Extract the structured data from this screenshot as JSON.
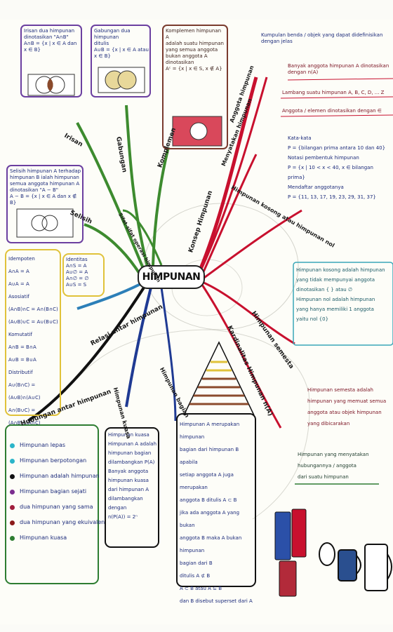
{
  "center_title": "HIMPUNAN",
  "branches": {
    "irisan": "Irisan",
    "gabungan": "Gabungan",
    "selisih": "Selisih",
    "komplemen": "Komplemen",
    "sifat_operasi": "Sifat-sifat operasi himpunan",
    "konsep": "Konsep Himpunan",
    "relasi": "Relasi antar himpunan",
    "hubungan": "Hubungan antar himpunan",
    "himpunan_kosong": "Himpunan kosong atau himpunan nol",
    "himpunan_semesta": "Himpunan semesta",
    "kardinalitas": "Kardinalitas Himpunan n(A)",
    "menyatakan": "Menyatakan himpunan",
    "anggota": "Anggota himpunan",
    "himpunan_bagian": "Himpunan bagian",
    "himpunan_kuasa": "Himpunan kuasa"
  },
  "boxes": {
    "irisan_def": "Irisan dua himpunan\ndinotasikan \"A∩B\"\nA∩B = {x | x ∈ A dan x ∈ B}",
    "gabungan_def": "Gabungan dua himpunan\nditulis\nA∪B = {x | x ∈ A atau x ∈ B}",
    "komplemen_def": "Komplemen himpunan A\nadalah suatu himpunan\nyang semua anggota\nbukan anggota A\ndinotasikan\nAᶜ = {x | x ∈ S, x ∉ A}",
    "selisih_def": "Selisih himpunan A terhadap\nhimpunan B ialah himpunan\nsemua anggota himpunan A\ndinotasikan \"A − B\"\nA − B = {x | x ∈ A dan x ∉ B}",
    "sifat_left": "Idempoten\nA∩A = A\nA∪A = A\nAsosiatif\n(A∩B)∩C = A∩(B∩C)\n(A∪B)∪C = A∪(B∪C)\nKomutatif\nA∩B = B∩A\nA∪B = B∪A\nDistributif\nA∪(B∩C) = (A∪B)∩(A∪C)\nA∩(B∪C) = (A∩B)∪(A∩C)",
    "sifat_right": "Identitas\nA∩S = A\nA∪∅ = A\nA∩∅ = ∅\nA∪S = S",
    "konsep_def": "Kumpulan benda / objek yang dapat didefinisikan dengan jelas",
    "kardinal_def": "Banyak anggota himpunan A dinotasikan\ndengan n(A)",
    "lambang_def": "Lambang suatu himpunan A, B, C, D, ... Z",
    "anggota_def": "Anggota / elemen dinotasikan dengan ∈",
    "menyatakan_def": "Kata-kata\nP = {bilangan prima antara 10 dan 40}\nNotasi pembentuk himpunan\nP = {x | 10 < x < 40, x ∈ bilangan prima}\nMendaftar anggotanya\nP = {11, 13, 17, 19, 23, 29, 31, 37}",
    "kosong_def": "Himpunan kosong adalah himpunan\nyang tidak mempunyai anggota\ndinotasikan { } atau ∅\nHimpunan nol adalah himpunan\nyang hanya memiliki 1 anggota\nyaitu nol {0}",
    "semesta_def": "Himpunan semesta adalah\nhimpunan yang memuat semua\nanggota atau objek himpunan\nyang dibicarakan",
    "himpunan_bagian_def": "Himpunan yang menyatakan\nhubungannya / anggota\ndari suatu himpunan",
    "kuasa_def": "Himpunan kuasa\nHimpunan A adalah\nhimpunan bagian\ndilambangkan P(A)\nBanyak anggota\nhimpunan kuasa\ndari himpunan A\ndilambangkan dengan\nn(P(A)) = 2ⁿ",
    "bagian_def": "Himpunan A merupakan himpunan\nbagian dari himpunan B apabila\nsetiap anggota A juga merupakan\nanggota B ditulis A ⊂ B\njika ada anggota A yang bukan\nanggota B maka A bukan himpunan\nbagian dari B\nditulis A ⊄ B\nA ⊂ B atau A ⊆ B\ndan B disebut superset dari A"
  },
  "relasi_list": [
    "Himpunan lepas",
    "Himpunan berpotongan",
    "Himpunan adalah himpunan",
    "Himpunan bagian sejati",
    "dua himpunan yang sama",
    "dua himpunan yang ekuivalen",
    "Himpunan kuasa"
  ],
  "colors": {
    "irisan": "#6b3fa0",
    "gabungan": "#6b3fa0",
    "komplemen": "#7a3b2e",
    "selisih": "#6b3fa0",
    "sifat": "#e0c23a",
    "konsep": "#c8102e",
    "kosong": "#3aa7b8",
    "semesta": "#c8102e",
    "himpunan_bagian": "#2e7d32",
    "relasi": "#1f3a93",
    "hubungan": "#111111",
    "center_border": "#222222"
  },
  "legend_dot_colors": [
    "#2bb5c9",
    "#2bb5c9",
    "#111111",
    "#7b2d8f",
    "#a01e3c",
    "#8b1a1a",
    "#2e7d32"
  ]
}
